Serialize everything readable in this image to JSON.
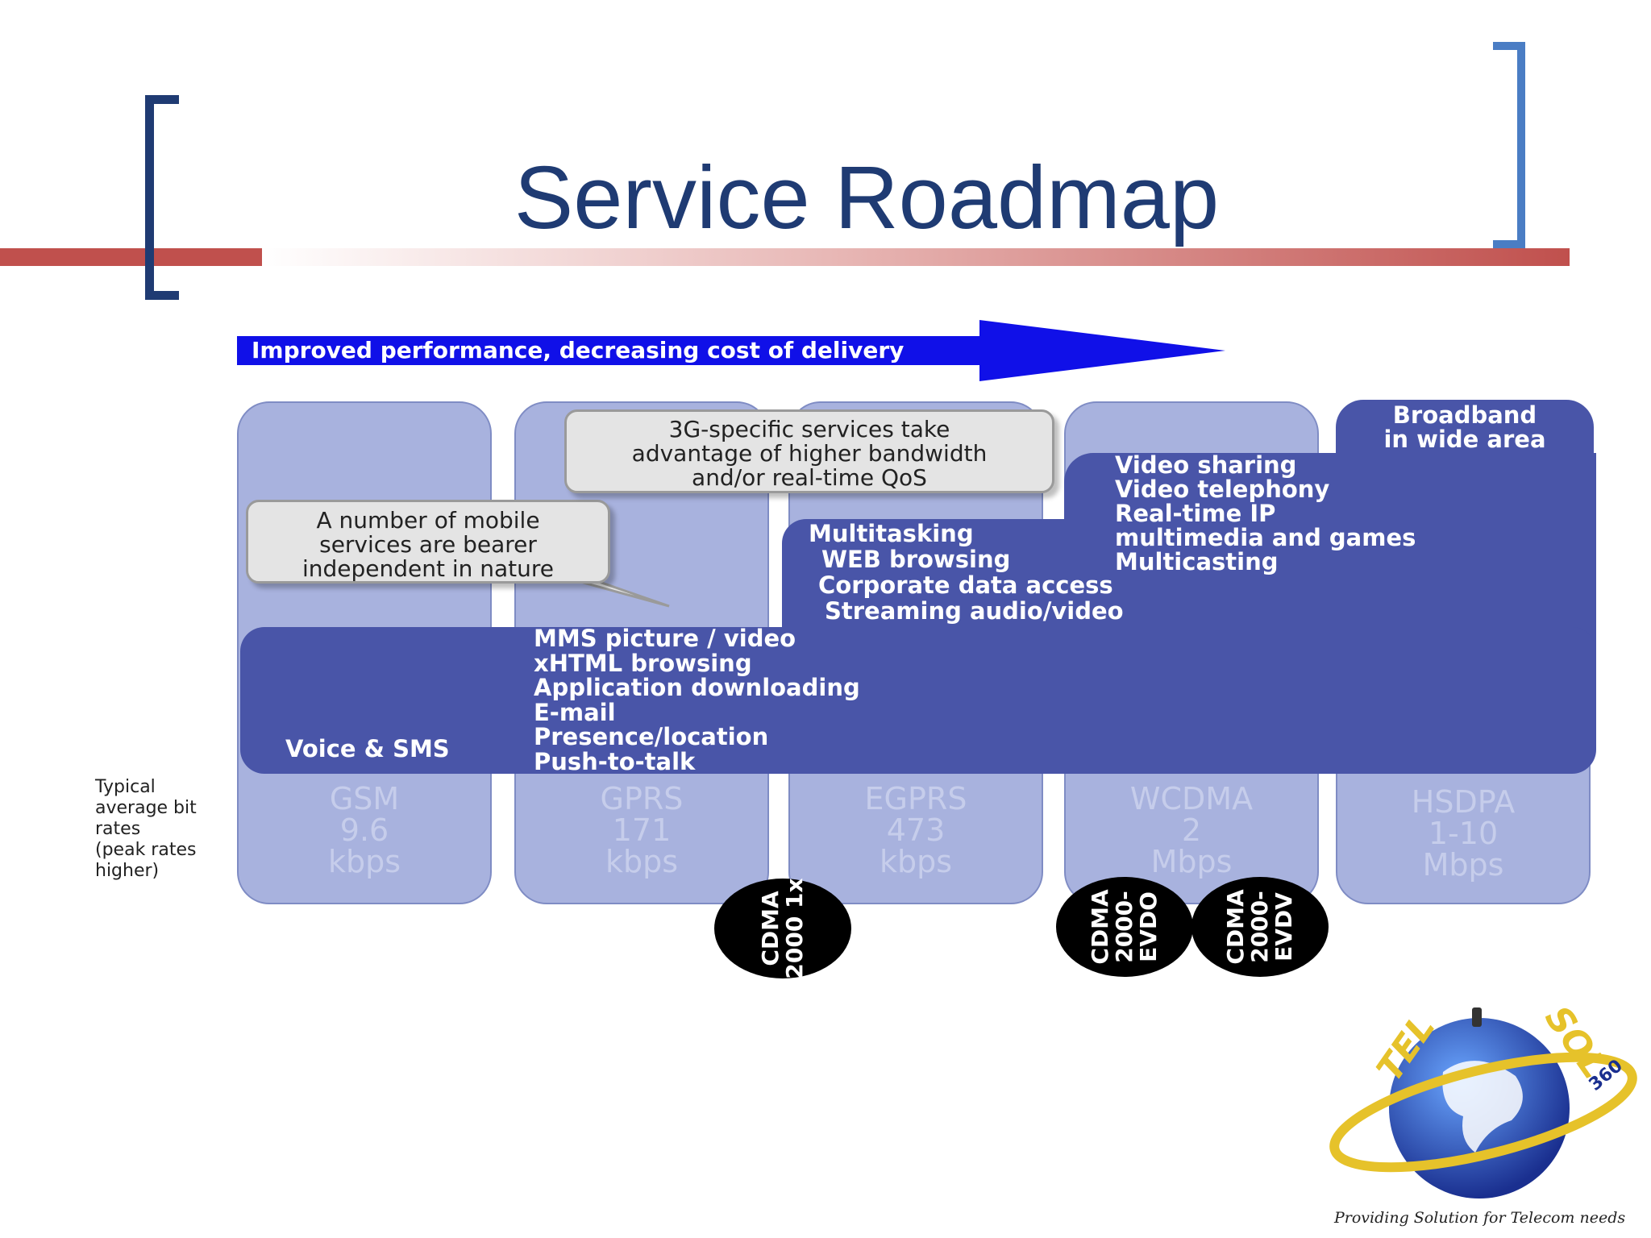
{
  "slide": {
    "title": "Service Roadmap",
    "colors": {
      "title": "#1f3b73",
      "bracket_left": "#1f3b73",
      "bracket_right": "#4a7dc4",
      "rule": "#c0504d"
    }
  },
  "arrow": {
    "label": "Improved performance, decreasing cost of delivery",
    "color": "#1010e8"
  },
  "rate_caption": [
    "Typical",
    "average bit",
    "rates",
    "(peak rates",
    "higher)"
  ],
  "columns": [
    {
      "name": "GSM",
      "rate": "9.6",
      "unit": "kbps"
    },
    {
      "name": "GPRS",
      "rate": "171",
      "unit": "kbps"
    },
    {
      "name": "EGPRS",
      "rate": "473",
      "unit": "kbps"
    },
    {
      "name": "WCDMA",
      "rate": "2",
      "unit": "Mbps"
    },
    {
      "name": "HSDPA",
      "rate": "1-10",
      "unit": "Mbps"
    }
  ],
  "bands": {
    "base_label": "Voice & SMS",
    "base_services": [
      "MMS picture / video",
      "xHTML browsing",
      "Application downloading",
      "E-mail",
      "Presence/location",
      "Push-to-talk"
    ],
    "mid_services": [
      "Multitasking",
      "WEB browsing",
      "Corporate data access",
      "Streaming audio/video"
    ],
    "top_services": [
      "Video sharing",
      "Video telephony",
      "Real-time IP",
      "multimedia and games",
      "Multicasting"
    ],
    "broadband": [
      "Broadband",
      "in wide area"
    ],
    "band_color": "#4955a8",
    "column_color": "#a8b2de"
  },
  "callouts": {
    "bearer": [
      "A number of mobile",
      "services are bearer",
      "independent in nature"
    ],
    "threeg": [
      "3G-specific services take",
      "advantage of higher bandwidth",
      "and/or real-time QoS"
    ]
  },
  "cdma": [
    {
      "lines": [
        "CDMA",
        "2000 1x"
      ]
    },
    {
      "lines": [
        "CDMA",
        "2000-",
        "EVDO"
      ]
    },
    {
      "lines": [
        "CDMA",
        "2000-",
        "EVDV"
      ]
    }
  ],
  "logo": {
    "text_left": "TEL",
    "text_right": "SOL",
    "badge": "360",
    "tagline": "Providing Solution for Telecom needs"
  }
}
